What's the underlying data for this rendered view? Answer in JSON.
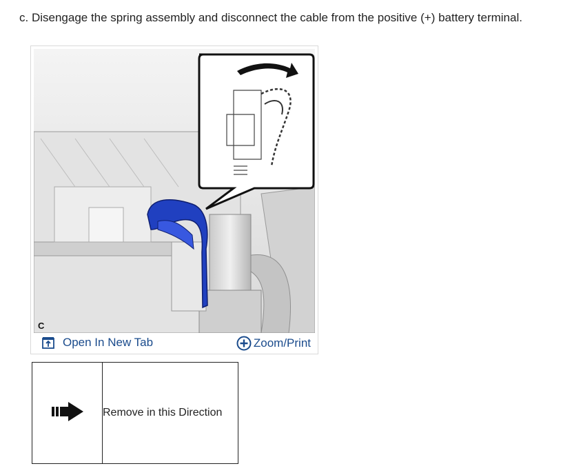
{
  "instruction": "c. Disengage the spring assembly and disconnect the cable from the positive (+) battery terminal.",
  "figure": {
    "corner_label": "C",
    "open_tab_label": "Open In New Tab",
    "zoom_label": "Zoom/Print",
    "link_color": "#1a4b8c",
    "highlight_color": "#2040c0"
  },
  "legend": {
    "rows": [
      {
        "symbol": "remove-direction-arrow-icon",
        "text": "Remove in this Direction"
      }
    ]
  }
}
